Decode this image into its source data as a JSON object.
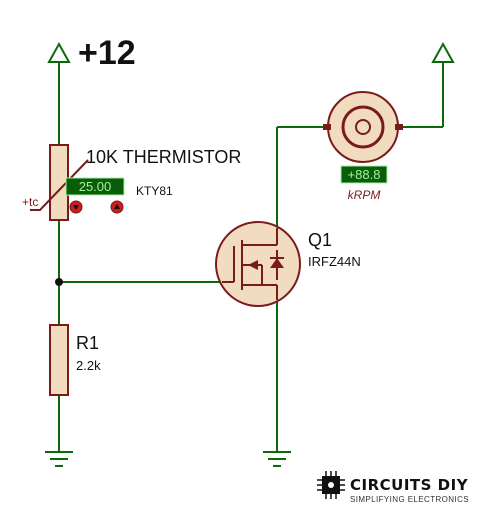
{
  "supply": {
    "label": "+12"
  },
  "thermistor": {
    "name": "10K THERMISTOR",
    "part": "KTY81",
    "symbol_label": "+tc",
    "display_value": "25.00"
  },
  "resistor": {
    "name": "R1",
    "value": "2.2k"
  },
  "mosfet": {
    "name": "Q1",
    "part": "IRFZ44N"
  },
  "motor": {
    "display_value": "+88.8",
    "unit": "kRPM"
  },
  "logo": {
    "brand": "CIRCUITS DIY",
    "tagline": "SIMPLIFYING ELECTRONICS"
  },
  "colors": {
    "wire": "#0a6a0a",
    "component": "#7a1b1b",
    "component_fill": "#f1dcbf",
    "display_bg": "#0a5c0a",
    "display_text": "#9ff59f",
    "ground": "#0a6a0a",
    "text": "#111111",
    "unit_text": "#7a1b1b"
  }
}
